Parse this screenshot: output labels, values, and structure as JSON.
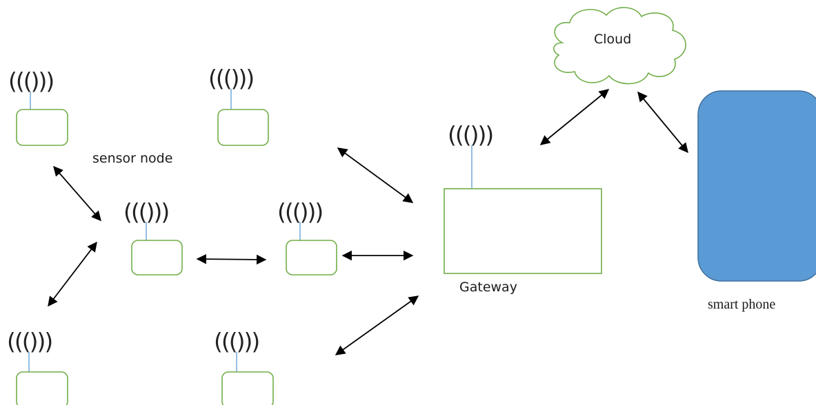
{
  "labels": {
    "sensor_node": "sensor node",
    "gateway": "Gateway",
    "cloud": "Cloud",
    "smart_phone": "smart phone"
  },
  "antenna_glyph": "((()))",
  "colors": {
    "node_border": "#70ad47",
    "cloud_border": "#70ad47",
    "antenna_mast": "#5b9bd5",
    "phone_fill": "#5b9bd5",
    "phone_border": "#41719c",
    "arrow": "#000000"
  },
  "icons": [
    "antenna-icon",
    "double-arrow-icon",
    "cloud-icon",
    "smartphone-icon"
  ]
}
